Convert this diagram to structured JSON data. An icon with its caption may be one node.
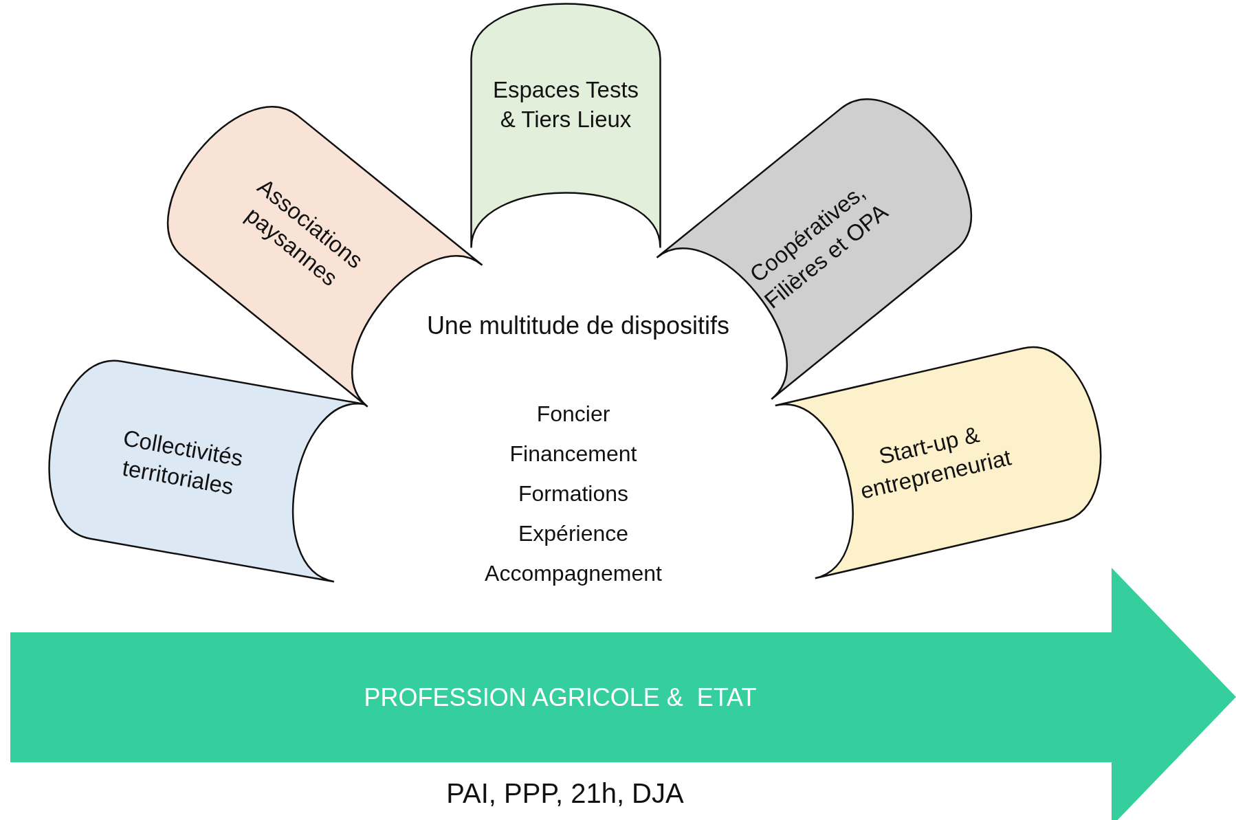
{
  "diagram": {
    "nodes": [
      {
        "text": [
          "Collectivités territoriales"
        ]
      },
      {
        "text": [
          "Associations paysannes"
        ]
      },
      {
        "text": [
          "Espaces Tests & Tiers Lieux"
        ]
      },
      {
        "text": [
          "Coopératives, Filières et OPA"
        ]
      },
      {
        "text": [
          "Start-up & entrepreneuriat"
        ]
      },
      {
        "text": [
          "PROFESSION AGRICOLE &  ETAT"
        ]
      }
    ],
    "labels": [
      "Une multitude de dispositifs",
      "Foncier",
      "Financement",
      "Formations",
      "Expérience",
      "Accompagnement",
      "PAI, PPP, 21h, DJA"
    ]
  }
}
